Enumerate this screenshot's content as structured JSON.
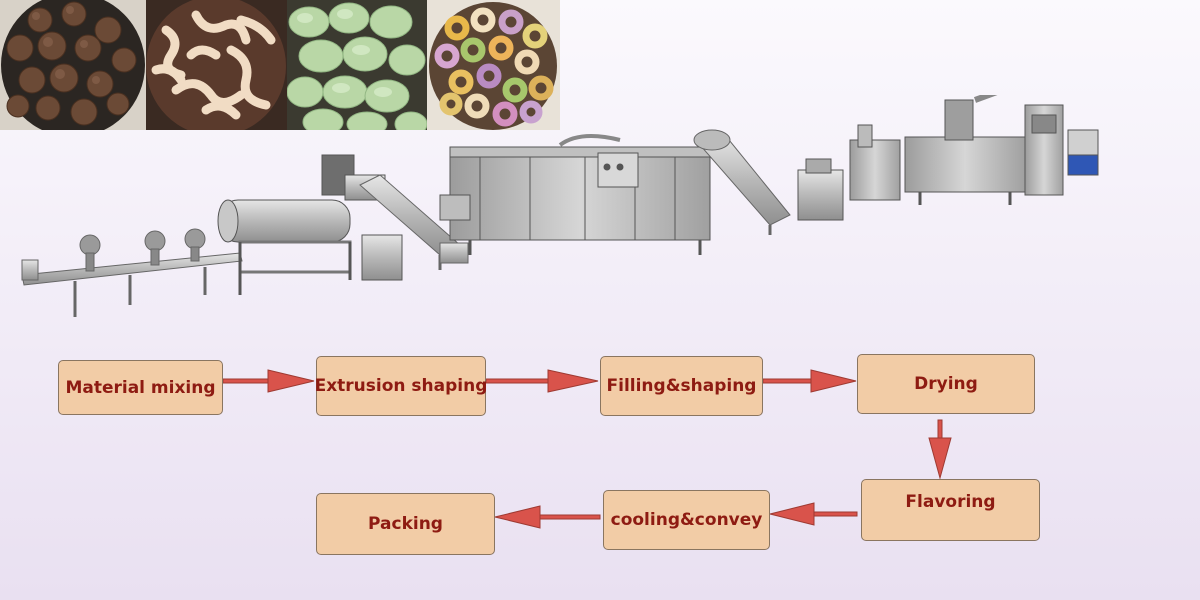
{
  "photos": [
    {
      "name": "choco-balls-photo",
      "subject": "brown cereal balls in a bowl"
    },
    {
      "name": "puffed-twists-photo",
      "subject": "pale puffed twist snacks"
    },
    {
      "name": "green-puffs-photo",
      "subject": "green puffed pillow snacks"
    },
    {
      "name": "ring-loops-photo",
      "subject": "colorful cereal rings"
    }
  ],
  "flow": {
    "steps": [
      {
        "id": "material-mixing",
        "label": "Material mixing"
      },
      {
        "id": "extrusion-shaping",
        "label": "Extrusion shaping"
      },
      {
        "id": "filling-shaping",
        "label": "Filling&shaping"
      },
      {
        "id": "drying",
        "label": "Drying"
      },
      {
        "id": "flavoring",
        "label": "Flavoring"
      },
      {
        "id": "cooling-convey",
        "label": "cooling&convey"
      },
      {
        "id": "packing",
        "label": "Packing"
      }
    ]
  },
  "colors": {
    "box_fill": "#f2cca6",
    "box_border": "#8a7560",
    "text": "#8e1b12",
    "arrow": "#d9534b",
    "arrow_stroke": "#9e3a32"
  }
}
